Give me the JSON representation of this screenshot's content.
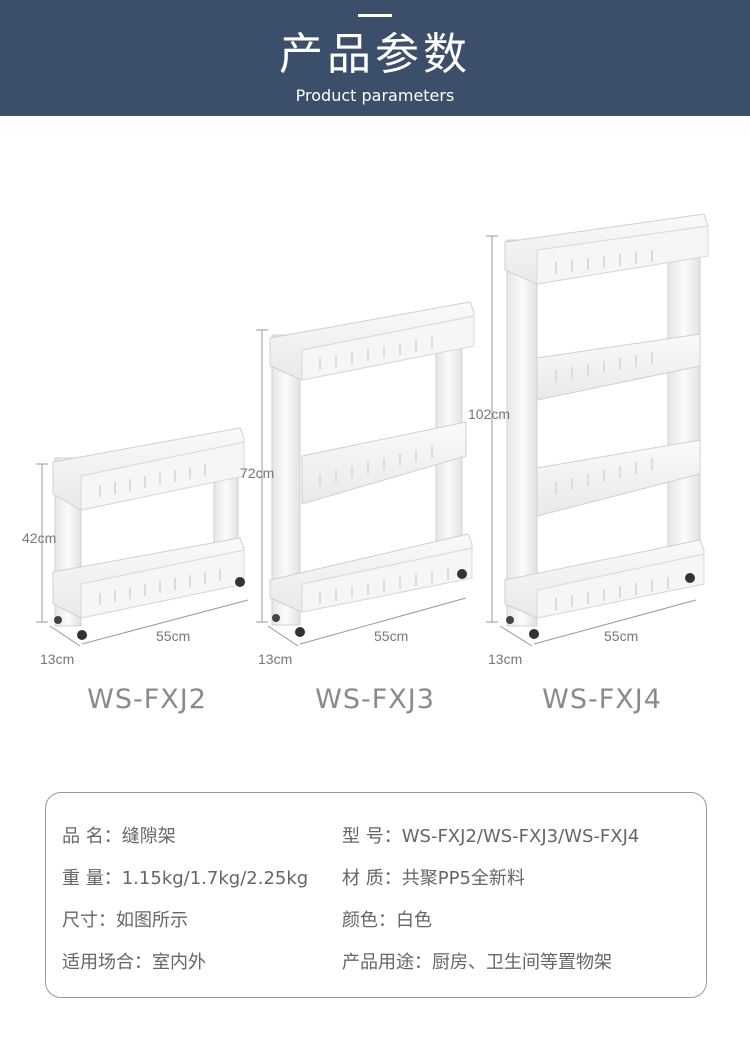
{
  "header": {
    "title": "产品参数",
    "subtitle": "Product parameters"
  },
  "products": [
    {
      "model": "WS-FXJ2",
      "height": "42cm",
      "length": "55cm",
      "depth": "13cm",
      "tiers": 2
    },
    {
      "model": "WS-FXJ3",
      "height": "72cm",
      "length": "55cm",
      "depth": "13cm",
      "tiers": 3
    },
    {
      "model": "WS-FXJ4",
      "height": "102cm",
      "length": "55cm",
      "depth": "13cm",
      "tiers": 4
    }
  ],
  "params": {
    "name_label": "品 名：",
    "name_value": "缝隙架",
    "model_label": "型 号：",
    "model_value": "WS-FXJ2/WS-FXJ3/WS-FXJ4",
    "weight_label": "重 量：",
    "weight_value": "1.15kg/1.7kg/2.25kg",
    "material_label": "材 质：",
    "material_value": "共聚PP5全新料",
    "size_label": "尺寸：",
    "size_value": "如图所示",
    "color_label": "颜色：",
    "color_value": "白色",
    "venue_label": "适用场合：",
    "venue_value": "室内外",
    "usage_label": "产品用途：",
    "usage_value": "厨房、卫生间等置物架"
  },
  "colors": {
    "banner": "#3c4f6a",
    "rack": "#f4f4f4",
    "rack_edge": "#d3d3d3",
    "dimension_text": "#777777"
  }
}
